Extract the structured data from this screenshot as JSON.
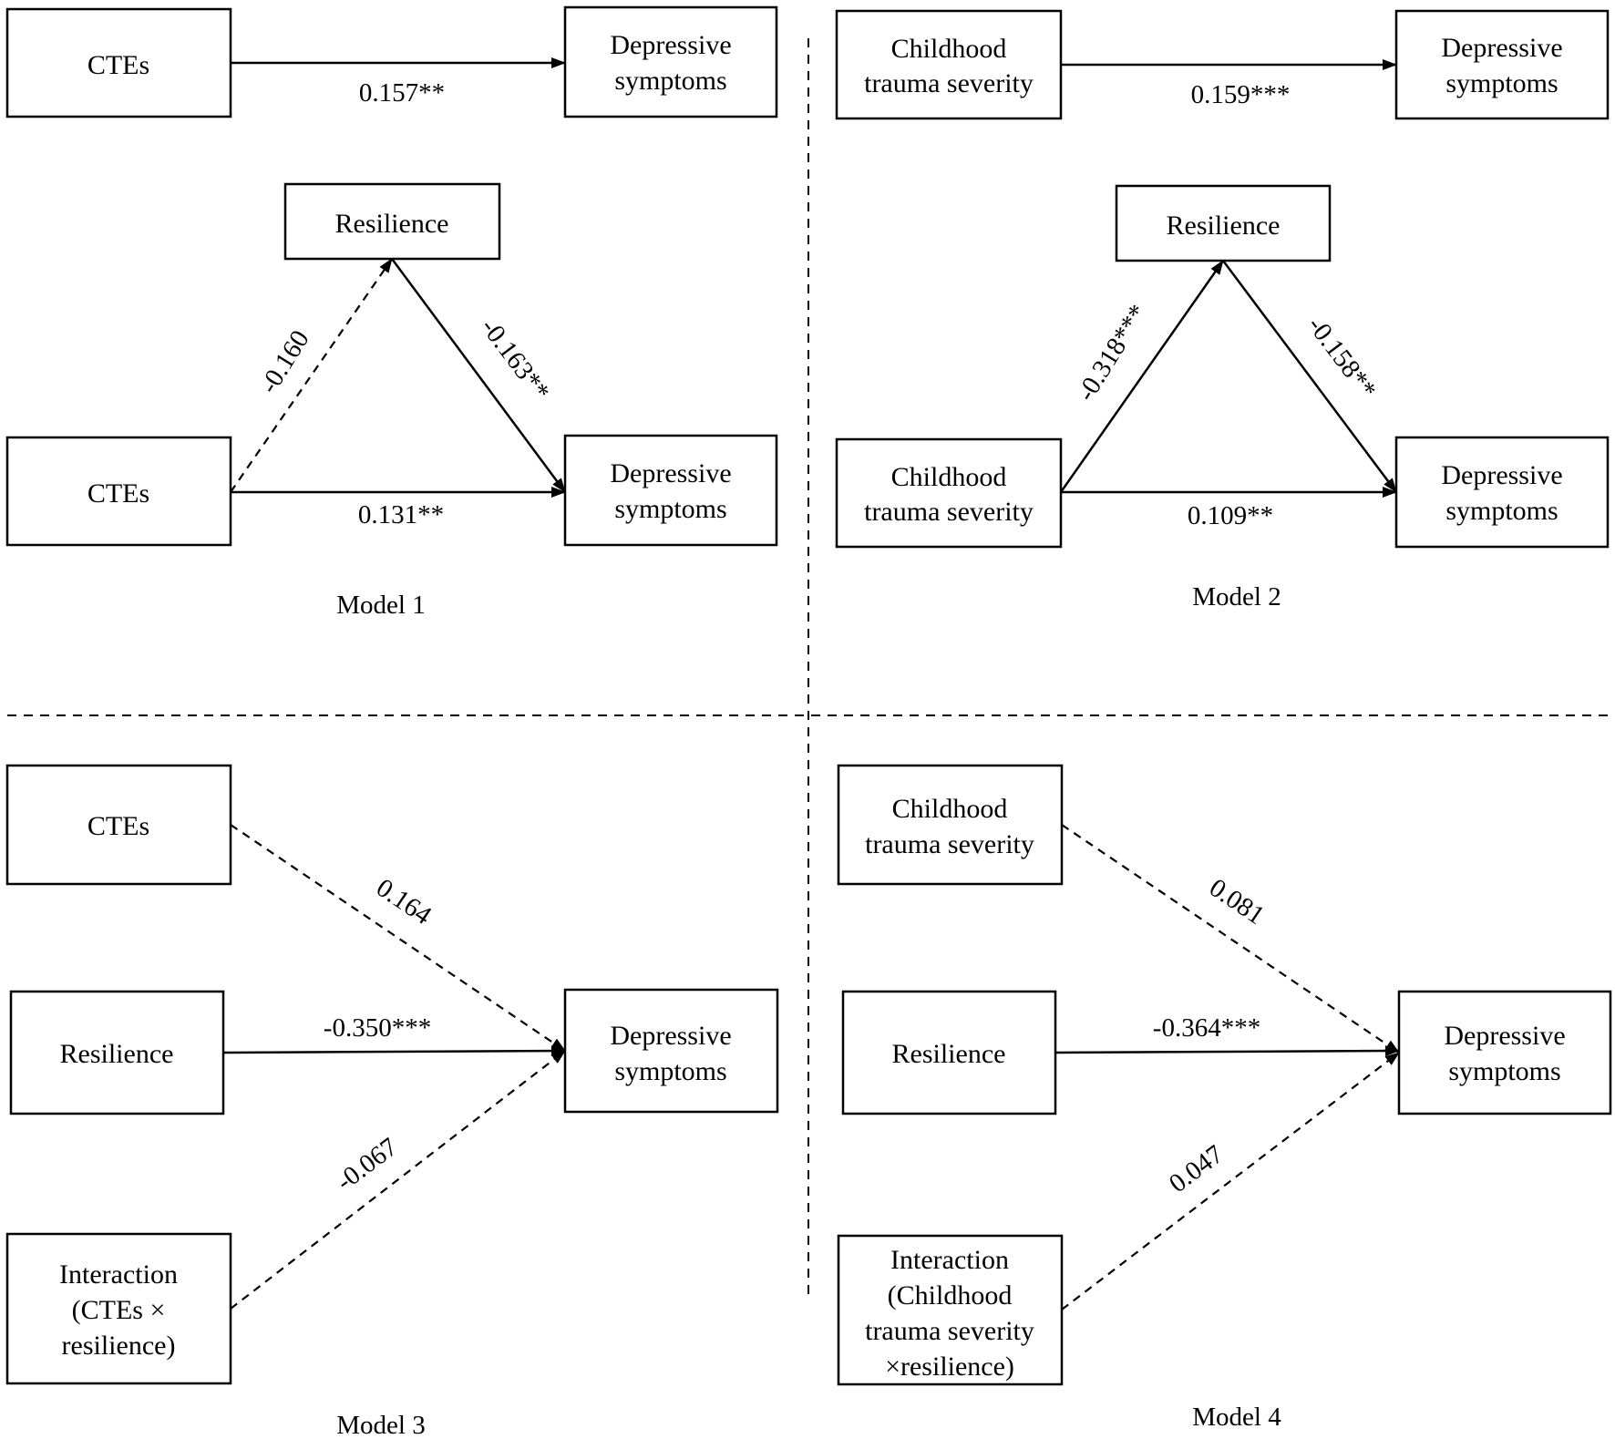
{
  "model1": {
    "caption": "Model 1",
    "total_effect": {
      "predictor": [
        "CTEs"
      ],
      "outcome": [
        "Depressive",
        "symptoms"
      ],
      "coef": "0.157**"
    },
    "mediation": {
      "mediator": [
        "Resilience"
      ],
      "predictor": [
        "CTEs"
      ],
      "outcome": [
        "Depressive",
        "symptoms"
      ],
      "a_path": "-0.160",
      "b_path": "-0.163**",
      "c_prime": "0.131**"
    }
  },
  "model2": {
    "caption": "Model 2",
    "total_effect": {
      "predictor": [
        "Childhood",
        "trauma severity"
      ],
      "outcome": [
        "Depressive",
        "symptoms"
      ],
      "coef": "0.159***"
    },
    "mediation": {
      "mediator": [
        "Resilience"
      ],
      "predictor": [
        "Childhood",
        "trauma severity"
      ],
      "outcome": [
        "Depressive",
        "symptoms"
      ],
      "a_path": "-0.318***",
      "b_path": "-0.158**",
      "c_prime": "0.109**"
    }
  },
  "model3": {
    "caption": "Model 3",
    "predictor": [
      "CTEs"
    ],
    "moderator": [
      "Resilience"
    ],
    "interaction": [
      "Interaction",
      "(CTEs ×",
      "resilience)"
    ],
    "outcome": [
      "Depressive",
      "symptoms"
    ],
    "coef_predictor": "0.164",
    "coef_moderator": "-0.350***",
    "coef_interaction": "-0.067"
  },
  "model4": {
    "caption": "Model 4",
    "predictor": [
      "Childhood",
      "trauma severity"
    ],
    "moderator": [
      "Resilience"
    ],
    "interaction": [
      "Interaction",
      "(Childhood",
      "trauma severity",
      "×resilience)"
    ],
    "outcome": [
      "Depressive",
      "symptoms"
    ],
    "coef_predictor": "0.081",
    "coef_moderator": "-0.364***",
    "coef_interaction": "0.047"
  }
}
